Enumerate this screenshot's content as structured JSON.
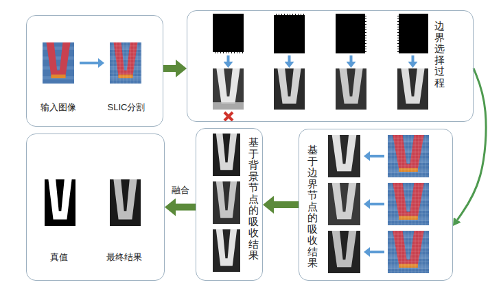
{
  "diagram": {
    "nodes": [
      {
        "text": [
          "输入图像",
          "SLIC分割"
        ]
      },
      {
        "text": [
          "边界选择过程"
        ]
      },
      {
        "text": [
          "基于边界节点的吸收结果"
        ]
      },
      {
        "text": [
          "基于背景节点的吸收结果"
        ]
      },
      {
        "text": [
          "真值",
          "最终结果"
        ]
      }
    ],
    "edges": [
      {
        "from": 0,
        "to": 1,
        "arrow": "to"
      },
      {
        "from": 1,
        "to": 2,
        "arrow": "to"
      },
      {
        "from": 2,
        "to": 3,
        "arrow": "to"
      },
      {
        "from": 3,
        "to": 4,
        "label": "融合",
        "arrow": "to"
      }
    ]
  }
}
